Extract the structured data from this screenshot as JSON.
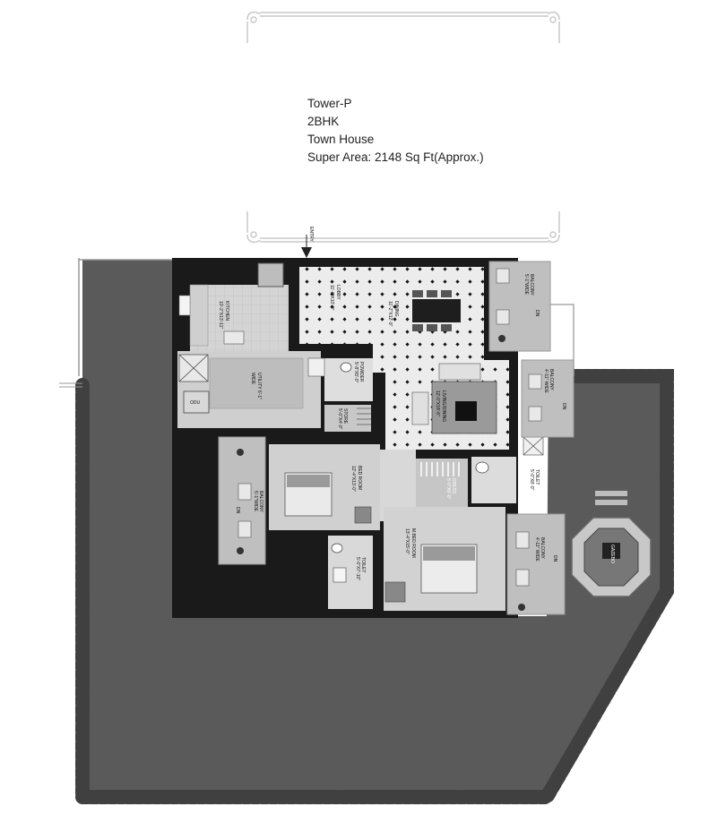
{
  "info": {
    "tower": "Tower-P",
    "type": "2BHK",
    "unit": "Town House",
    "super_area": "Super Area: 2148 Sq Ft(Approx.)"
  },
  "entry_label": "ENTRY",
  "rooms": {
    "kitchen": [
      "KITCHEN",
      "10'-2\"X13'-11\""
    ],
    "utility": [
      "UTILITY 6'-1\"",
      "WIDE"
    ],
    "odu": "ODU",
    "lobby": [
      "LOBBY",
      "11'-0\"X10'-0\""
    ],
    "dining": [
      "DINING",
      "11'-2\"X12'-9\""
    ],
    "living": [
      "LIVING/DINING",
      "12'-0\"X18'-6\""
    ],
    "powder": [
      "POWDER",
      "5'-8\"X5'-0\""
    ],
    "store": [
      "STORE",
      "5'-0\"X4'-0\""
    ],
    "bedroom": [
      "BED ROOM",
      "12'-4\"X13'-0\""
    ],
    "toilet1": [
      "TOILET",
      "5'-0\"X7'-10\""
    ],
    "master": [
      "M.BED ROOM",
      "13'-4\"X15'-0\""
    ],
    "dress": [
      "DRESS",
      "5'-0\"X6'-0\""
    ],
    "toilet2": [
      "TOILET",
      "5'-0\"X8'-0\""
    ],
    "balcony1": [
      "BALCONY",
      "5'-1\"WIDE"
    ],
    "balcony2": [
      "BALCONY",
      "4'-11\" WIDE"
    ],
    "balcony3": [
      "BALCONY",
      "5'-1\"WIDE"
    ],
    "balcony4": [
      "BALCONY",
      "4'-11\" WIDE"
    ],
    "dn": "DN",
    "gazebo": "GAZEBO"
  }
}
